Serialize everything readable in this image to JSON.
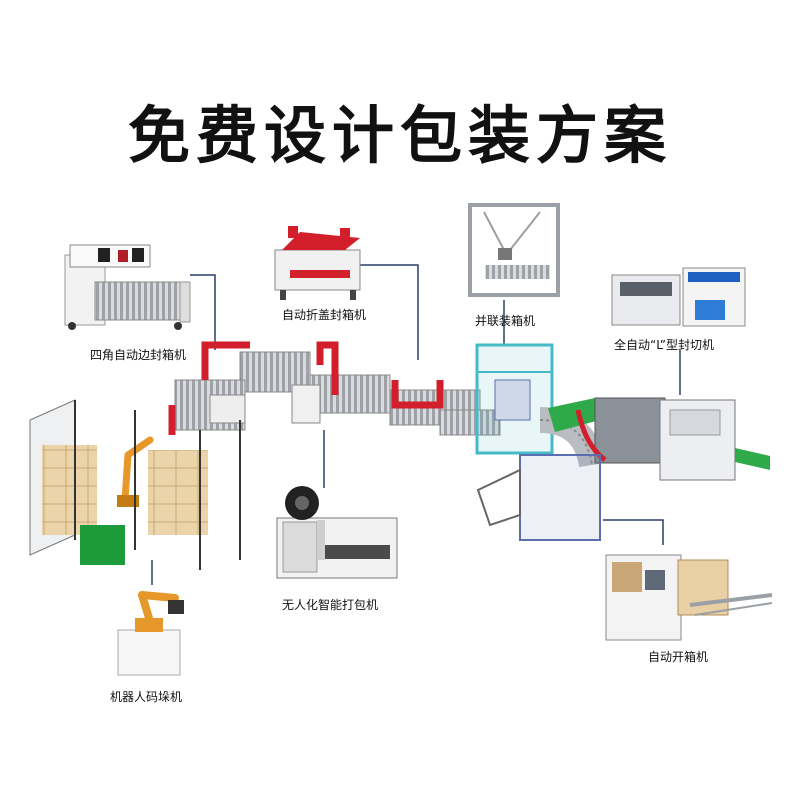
{
  "title": "免费设计包装方案",
  "labels": {
    "four_corner_sealer": "四角自动边封箱机",
    "flap_folding_sealer": "自动折盖封箱机",
    "parallel_case_packer": "并联装箱机",
    "l_type_sealer": "全自动“L”型封切机",
    "strapping_machine": "无人化智能打包机",
    "robot_palletizer": "机器人码垛机",
    "case_erector": "自动开箱机"
  },
  "colors": {
    "frame_red": "#d21f2b",
    "roller_gray": "#b9bcc0",
    "robot_orange": "#e6982a",
    "carton": "#e8cfa4",
    "glass_cyan": "#46b9c9",
    "conveyor_green": "#2faa4a",
    "green_box": "#1d9b3a"
  }
}
